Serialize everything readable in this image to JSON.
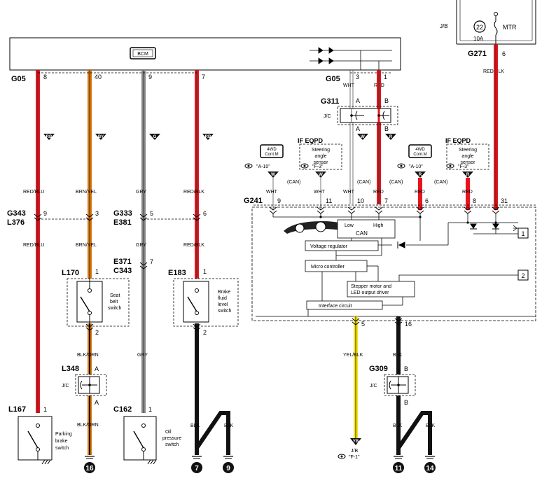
{
  "bcm": {
    "label": "BCM"
  },
  "top_right": {
    "jb": "J/B",
    "fuse_num": "22",
    "fuse_amp": "10A",
    "mtr": "MTR",
    "g271": "G271",
    "g271_pin": "6",
    "g271_wire": "RED/BLK"
  },
  "left": {
    "g05": "G05",
    "pins_top": [
      "8",
      "40",
      "9",
      "7"
    ],
    "tri_codes": [
      "RB",
      "BY",
      "G",
      "RB"
    ],
    "wires_mid": [
      "RED/BLU",
      "BRN/YEL",
      "GRY",
      "RED/BLK"
    ],
    "g343": "G343",
    "l376": "L376",
    "g343_pins": [
      "9",
      "3"
    ],
    "g333": "G333",
    "e381": "E381",
    "g333_pins": [
      "5",
      "6"
    ],
    "wires_low": [
      "RED/BLU",
      "BRN/YEL",
      "GRY",
      "RED/BLK"
    ],
    "e371": "E371",
    "c343": "C343",
    "e371_pin": "7",
    "l170": "L170",
    "l170_pin_top": "1",
    "l170_pin_bot": "2",
    "seat_belt": [
      "Seat",
      "belt",
      "switch"
    ],
    "e183": "E183",
    "e183_pin_top": "1",
    "e183_pin_bot": "2",
    "brake_fluid": [
      "Brake",
      "fluid",
      "level",
      "switch"
    ],
    "brn_orn": "BLK/ORN",
    "gry": "GRY",
    "l348": "L348",
    "l348_a": "A",
    "jc": "J/C",
    "l348_a2": "A",
    "brn_orn2": "BLK/ORN",
    "l167": "L167",
    "l167_pin": "1",
    "parking": [
      "Parking",
      "brake",
      "switch"
    ],
    "c162": "C162",
    "c162_pin": "1",
    "oil": [
      "Oil",
      "pressure",
      "switch"
    ],
    "blk": "BLK",
    "gnd": [
      "16",
      "7",
      "9"
    ]
  },
  "right": {
    "g05": "G05",
    "g05_pins": [
      "3",
      "1"
    ],
    "g05_wires": [
      "WHT",
      "RED"
    ],
    "g311": "G311",
    "g311_a": "A",
    "g311_b": "B",
    "jc": "J/C",
    "g311_a2": "A",
    "g311_b2": "B",
    "tri_codes": [
      "W",
      "R"
    ],
    "if_eqpd": "IF EQPD",
    "steering": [
      "Steering",
      "angle",
      "sensor"
    ],
    "wd4": [
      "4WD",
      "Cont.M"
    ],
    "ref_a10": "\"A-10\"",
    "ref_f3": "\"F-3\"",
    "can": "(CAN)",
    "g241": "G241",
    "g241_wires": [
      "WHT",
      "WHT",
      "WHT",
      "RED",
      "RED",
      "RED"
    ],
    "g241_pins": [
      "9",
      "11",
      "10",
      "7",
      "6",
      "8",
      "31"
    ],
    "can_low": "Low",
    "can_high": "High",
    "can_box": "CAN",
    "voltage": "Voltage regulator",
    "micro": "Micro controller",
    "stepper": [
      "Stepper motor and",
      "LED output driver"
    ],
    "interface": "Interface circuit",
    "box1": "1",
    "box2": "2",
    "pin5": "5",
    "pin16": "16",
    "yelblk": "YEL/BLK",
    "blk": "BLK",
    "g309": "G309",
    "g309_b": "B",
    "g309_b2": "B",
    "yb": "YB",
    "jb": "J/B",
    "ref_f1": "\"F-1\"",
    "gnd": [
      "11",
      "14"
    ]
  },
  "colors": {
    "red": "#e8141c",
    "orange": "#d9780a",
    "gray": "#8a8a8a",
    "black": "#111111",
    "yellow": "#f5e615"
  }
}
